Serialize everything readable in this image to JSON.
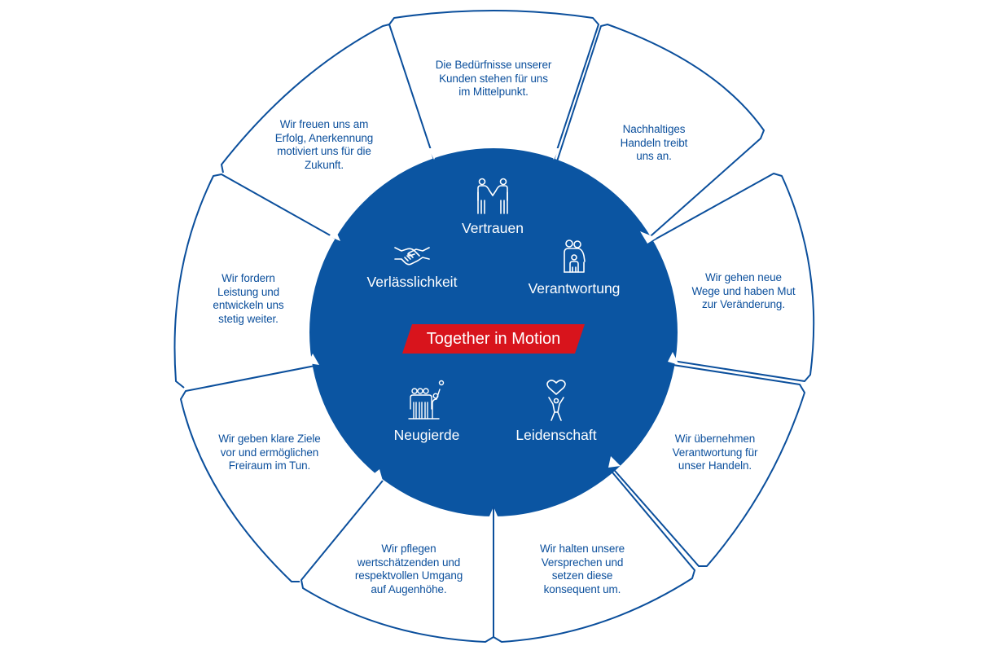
{
  "colors": {
    "primary_blue": "#0b55a2",
    "outline_blue": "#0b4f9c",
    "banner_red": "#d8141c",
    "text_white": "#ffffff",
    "background": "#ffffff"
  },
  "center": {
    "banner_text": "Together in Motion",
    "values": [
      {
        "label": "Vertrauen",
        "icon": "handshake-people-icon"
      },
      {
        "label": "Verantwortung",
        "icon": "family-icon"
      },
      {
        "label": "Leidenschaft",
        "icon": "heart-person-icon"
      },
      {
        "label": "Neugierde",
        "icon": "group-idea-icon"
      },
      {
        "label": "Verlässlichkeit",
        "icon": "handshake-icon"
      }
    ]
  },
  "segments": [
    {
      "lines": [
        "Die Bedürfnisse unserer",
        "Kunden stehen für uns",
        "im Mittelpunkt."
      ]
    },
    {
      "lines": [
        "Nachhaltiges",
        "Handeln treibt",
        "uns an."
      ]
    },
    {
      "lines": [
        "Wir gehen neue",
        "Wege und haben Mut",
        "zur Veränderung."
      ]
    },
    {
      "lines": [
        "Wir übernehmen",
        "Verantwortung für",
        "unser Handeln."
      ]
    },
    {
      "lines": [
        "Wir halten unsere",
        "Versprechen und",
        "setzen diese",
        "konsequent um."
      ]
    },
    {
      "lines": [
        "Wir pflegen",
        "wertschätzenden und",
        "respektvollen Umgang",
        "auf Augenhöhe."
      ]
    },
    {
      "lines": [
        "Wir geben klare Ziele",
        "vor und ermöglichen",
        "Freiraum im Tun."
      ]
    },
    {
      "lines": [
        "Wir fordern",
        "Leistung und",
        "entwickeln uns",
        "stetig weiter."
      ]
    },
    {
      "lines": [
        "Wir freuen uns am",
        "Erfolg, Anerkennung",
        "motiviert uns für die",
        "Zukunft."
      ]
    }
  ]
}
